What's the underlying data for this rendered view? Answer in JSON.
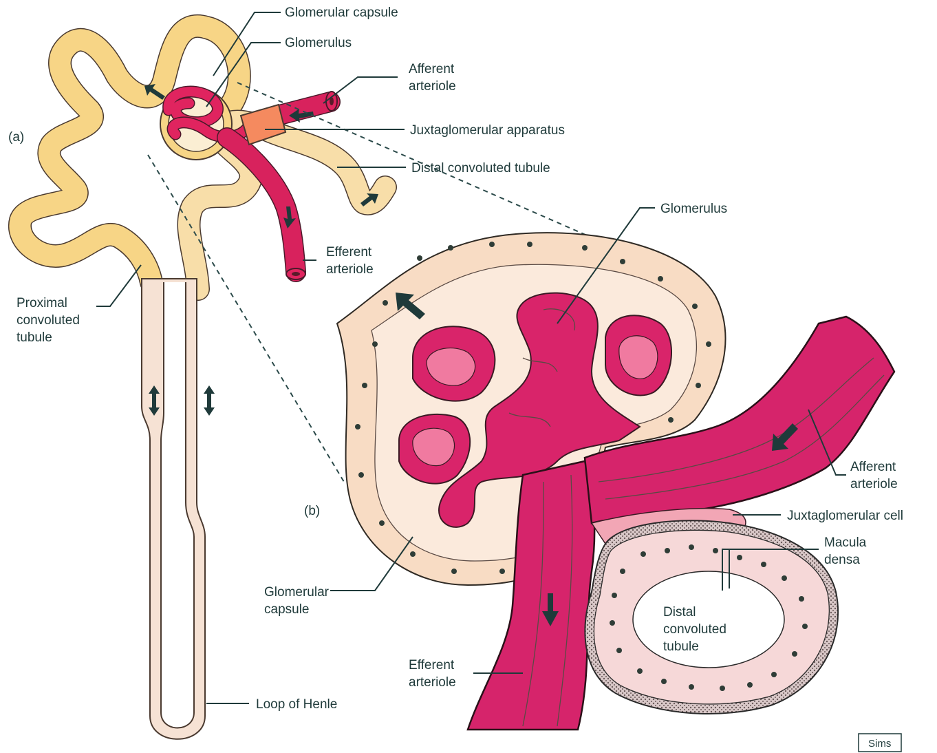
{
  "panels": {
    "a": "(a)",
    "b": "(b)"
  },
  "labels_a": {
    "glomerular_capsule": "Glomerular capsule",
    "glomerulus": "Glomerulus",
    "afferent_1": "Afferent",
    "afferent_2": "arteriole",
    "jga": "Juxtaglomerular apparatus",
    "dct": "Distal convoluted tubule",
    "efferent_1": "Efferent",
    "efferent_2": "arteriole",
    "pct_1": "Proximal",
    "pct_2": "convoluted",
    "pct_3": "tubule",
    "loop": "Loop of Henle"
  },
  "labels_b": {
    "glomerulus": "Glomerulus",
    "afferent_1": "Afferent",
    "afferent_2": "arteriole",
    "jg_cell": "Juxtaglomerular cell",
    "macula_1": "Macula",
    "macula_2": "densa",
    "dct_1": "Distal",
    "dct_2": "convoluted",
    "dct_3": "tubule",
    "capsule_1": "Glomerular",
    "capsule_2": "capsule",
    "efferent_1": "Efferent",
    "efferent_2": "arteriole"
  },
  "signature": "Sims",
  "colors": {
    "tubule_yellow": "#f7d27a",
    "tubule_light": "#f9e3bf",
    "loop_pink": "#f6dcd0",
    "arteriole": "#d9235f",
    "arteriole_dark": "#b81d52",
    "jga_orange": "#f58a5f",
    "capsule_fill": "#f8dcc4",
    "jg_cells": "#f2a6b5",
    "macula_cells": "#f6d8d8",
    "ink": "#1f3a3a"
  }
}
